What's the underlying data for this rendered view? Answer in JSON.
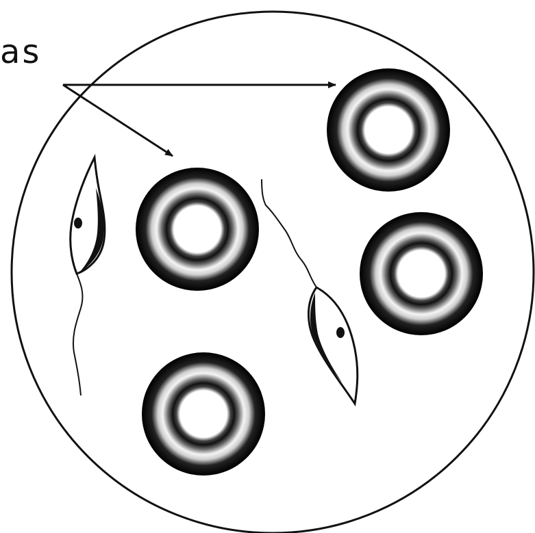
{
  "label": {
    "text": "as"
  },
  "colors": {
    "ink": "#111111",
    "background": "#ffffff"
  },
  "figure": {
    "field": "field-of-view-circle",
    "cells": [
      "red-blood-cell",
      "red-blood-cell",
      "red-blood-cell",
      "red-blood-cell"
    ],
    "parasites": [
      "trypanosome",
      "trypanosome"
    ],
    "arrows": [
      "arrow-to-top-right-cell",
      "arrow-to-left-cell"
    ]
  }
}
